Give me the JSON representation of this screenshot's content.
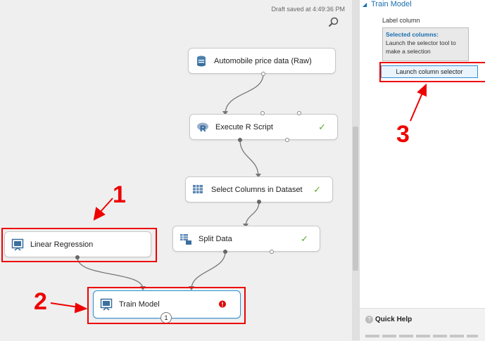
{
  "canvas": {
    "draft_status": "Draft saved at 4:49:36 PM",
    "nodes": [
      {
        "id": "auto",
        "label": "Automobile price data (Raw)",
        "icon": "dataset-icon",
        "status": ""
      },
      {
        "id": "rscript",
        "label": "Execute R Script",
        "icon": "r-script-icon",
        "status": "check"
      },
      {
        "id": "select",
        "label": "Select Columns in Dataset",
        "icon": "table-columns-icon",
        "status": "check"
      },
      {
        "id": "split",
        "label": "Split Data",
        "icon": "table-split-icon",
        "status": "check"
      },
      {
        "id": "linreg",
        "label": "Linear Regression",
        "icon": "model-icon",
        "status": ""
      },
      {
        "id": "train",
        "label": "Train Model",
        "icon": "model-icon",
        "status": "error"
      }
    ],
    "train_badge": "1",
    "callouts": [
      "1",
      "2",
      "3"
    ]
  },
  "panel": {
    "title": "Train Model",
    "label_column": "Label column",
    "selected_heading": "Selected columns:",
    "selected_text": "Launch the selector tool to make a selection",
    "launch_button": "Launch column selector",
    "quick_help": "Quick Help"
  },
  "colors": {
    "accent": "#1a6fb0",
    "callout": "#e00000",
    "check": "#5aaa2a",
    "error": "#d00000"
  }
}
